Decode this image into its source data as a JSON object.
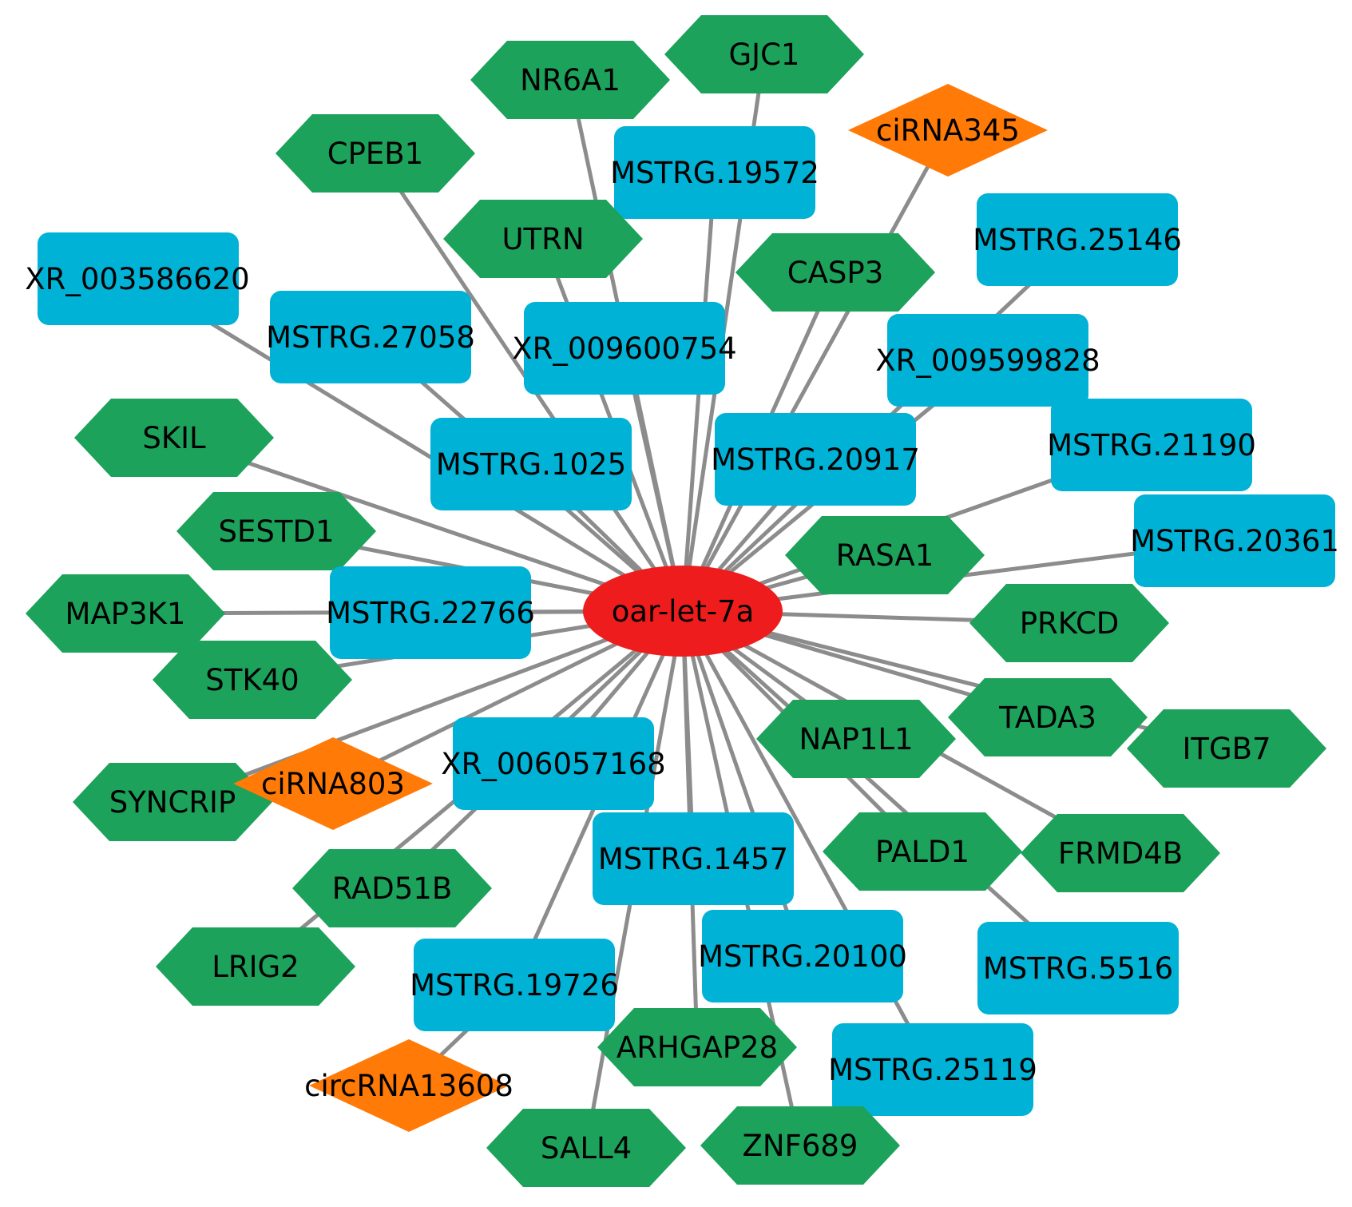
{
  "colors": {
    "edge": "#8c8c8c",
    "hub": "#ee1c1c",
    "gene": "#1ca25a",
    "lncrna": "#00b2d6",
    "circrna": "#ff7a07",
    "label": "#000000"
  },
  "hub": {
    "id": "hub",
    "label": "oar-let-7a",
    "shape": "ellipse"
  },
  "nodes": [
    {
      "id": "gjc1",
      "label": "GJC1",
      "type": "gene",
      "shape": "hexagon"
    },
    {
      "id": "nr6a1",
      "label": "NR6A1",
      "type": "gene",
      "shape": "hexagon"
    },
    {
      "id": "cirna345",
      "label": "ciRNA345",
      "type": "circrna",
      "shape": "diamond"
    },
    {
      "id": "cpeb1",
      "label": "CPEB1",
      "type": "gene",
      "shape": "hexagon"
    },
    {
      "id": "m19572",
      "label": "MSTRG.19572",
      "type": "lncrna",
      "shape": "rect"
    },
    {
      "id": "m25146",
      "label": "MSTRG.25146",
      "type": "lncrna",
      "shape": "rect"
    },
    {
      "id": "utrn",
      "label": "UTRN",
      "type": "gene",
      "shape": "hexagon"
    },
    {
      "id": "xr3586620",
      "label": "XR_003586620",
      "type": "lncrna",
      "shape": "rect"
    },
    {
      "id": "casp3",
      "label": "CASP3",
      "type": "gene",
      "shape": "hexagon"
    },
    {
      "id": "m27058",
      "label": "MSTRG.27058",
      "type": "lncrna",
      "shape": "rect"
    },
    {
      "id": "xr9600754",
      "label": "XR_009600754",
      "type": "lncrna",
      "shape": "rect"
    },
    {
      "id": "xr9599828",
      "label": "XR_009599828",
      "type": "lncrna",
      "shape": "rect"
    },
    {
      "id": "skil",
      "label": "SKIL",
      "type": "gene",
      "shape": "hexagon"
    },
    {
      "id": "m1025",
      "label": "MSTRG.1025",
      "type": "lncrna",
      "shape": "rect"
    },
    {
      "id": "m20917",
      "label": "MSTRG.20917",
      "type": "lncrna",
      "shape": "rect"
    },
    {
      "id": "m21190",
      "label": "MSTRG.21190",
      "type": "lncrna",
      "shape": "rect"
    },
    {
      "id": "sestd1",
      "label": "SESTD1",
      "type": "gene",
      "shape": "hexagon"
    },
    {
      "id": "m20361",
      "label": "MSTRG.20361",
      "type": "lncrna",
      "shape": "rect"
    },
    {
      "id": "rasa1",
      "label": "RASA1",
      "type": "gene",
      "shape": "hexagon"
    },
    {
      "id": "map3k1",
      "label": "MAP3K1",
      "type": "gene",
      "shape": "hexagon"
    },
    {
      "id": "m22766",
      "label": "MSTRG.22766",
      "type": "lncrna",
      "shape": "rect"
    },
    {
      "id": "prkcd",
      "label": "PRKCD",
      "type": "gene",
      "shape": "hexagon"
    },
    {
      "id": "stk40",
      "label": "STK40",
      "type": "gene",
      "shape": "hexagon"
    },
    {
      "id": "tada3",
      "label": "TADA3",
      "type": "gene",
      "shape": "hexagon"
    },
    {
      "id": "nap1l1",
      "label": "NAP1L1",
      "type": "gene",
      "shape": "hexagon"
    },
    {
      "id": "itgb7",
      "label": "ITGB7",
      "type": "gene",
      "shape": "hexagon"
    },
    {
      "id": "syncrip",
      "label": "SYNCRIP",
      "type": "gene",
      "shape": "hexagon"
    },
    {
      "id": "cirna803",
      "label": "ciRNA803",
      "type": "circrna",
      "shape": "diamond"
    },
    {
      "id": "xr6057168",
      "label": "XR_006057168",
      "type": "lncrna",
      "shape": "rect"
    },
    {
      "id": "m1457",
      "label": "MSTRG.1457",
      "type": "lncrna",
      "shape": "rect"
    },
    {
      "id": "pald1",
      "label": "PALD1",
      "type": "gene",
      "shape": "hexagon"
    },
    {
      "id": "frmd4b",
      "label": "FRMD4B",
      "type": "gene",
      "shape": "hexagon"
    },
    {
      "id": "rad51b",
      "label": "RAD51B",
      "type": "gene",
      "shape": "hexagon"
    },
    {
      "id": "m20100",
      "label": "MSTRG.20100",
      "type": "lncrna",
      "shape": "rect"
    },
    {
      "id": "m5516",
      "label": "MSTRG.5516",
      "type": "lncrna",
      "shape": "rect"
    },
    {
      "id": "lrig2",
      "label": "LRIG2",
      "type": "gene",
      "shape": "hexagon"
    },
    {
      "id": "m19726",
      "label": "MSTRG.19726",
      "type": "lncrna",
      "shape": "rect"
    },
    {
      "id": "arhgap28",
      "label": "ARHGAP28",
      "type": "gene",
      "shape": "hexagon"
    },
    {
      "id": "m25119",
      "label": "MSTRG.25119",
      "type": "lncrna",
      "shape": "rect"
    },
    {
      "id": "circrna13608",
      "label": "circRNA13608",
      "type": "circrna",
      "shape": "diamond"
    },
    {
      "id": "sall4",
      "label": "SALL4",
      "type": "gene",
      "shape": "hexagon"
    },
    {
      "id": "znf689",
      "label": "ZNF689",
      "type": "gene",
      "shape": "hexagon"
    }
  ],
  "edges": [
    [
      "hub",
      "gjc1"
    ],
    [
      "hub",
      "nr6a1"
    ],
    [
      "hub",
      "cirna345"
    ],
    [
      "hub",
      "cpeb1"
    ],
    [
      "hub",
      "m19572"
    ],
    [
      "hub",
      "utrn"
    ],
    [
      "hub",
      "casp3"
    ],
    [
      "hub",
      "m27058"
    ],
    [
      "hub",
      "xr9600754"
    ],
    [
      "hub",
      "xr9599828"
    ],
    [
      "hub",
      "skil"
    ],
    [
      "hub",
      "m1025"
    ],
    [
      "hub",
      "m20917"
    ],
    [
      "hub",
      "m21190"
    ],
    [
      "hub",
      "sestd1"
    ],
    [
      "hub",
      "m20361"
    ],
    [
      "hub",
      "rasa1"
    ],
    [
      "hub",
      "map3k1"
    ],
    [
      "hub",
      "m22766"
    ],
    [
      "hub",
      "prkcd"
    ],
    [
      "hub",
      "stk40"
    ],
    [
      "hub",
      "tada3"
    ],
    [
      "hub",
      "nap1l1"
    ],
    [
      "hub",
      "itgb7"
    ],
    [
      "hub",
      "syncrip"
    ],
    [
      "hub",
      "cirna803"
    ],
    [
      "hub",
      "xr6057168"
    ],
    [
      "hub",
      "m1457"
    ],
    [
      "hub",
      "pald1"
    ],
    [
      "hub",
      "frmd4b"
    ],
    [
      "hub",
      "rad51b"
    ],
    [
      "hub",
      "m20100"
    ],
    [
      "hub",
      "m5516"
    ],
    [
      "hub",
      "lrig2"
    ],
    [
      "hub",
      "m19726"
    ],
    [
      "hub",
      "arhgap28"
    ],
    [
      "hub",
      "m25119"
    ],
    [
      "hub",
      "sall4"
    ],
    [
      "hub",
      "znf689"
    ],
    [
      "hub",
      "xr3586620"
    ],
    [
      "hub",
      "m25146"
    ],
    [
      "m19726",
      "circrna13608"
    ]
  ]
}
